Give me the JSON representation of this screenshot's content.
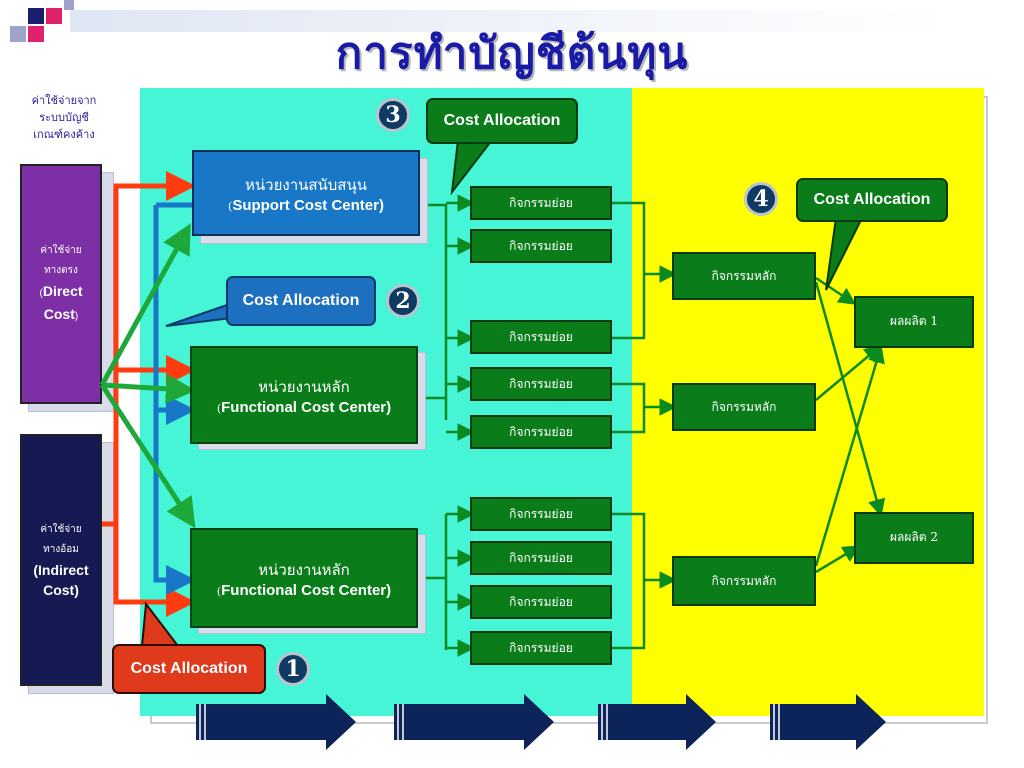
{
  "title": "การทำบัญชีต้นทุน",
  "source_label": [
    "ค่าใช้จ่ายจาก",
    "ระบบบัญชี",
    "เกณฑ์คงค้าง"
  ],
  "direct_cost": {
    "th1": "ค่าใช้จ่าย",
    "th2": "ทางตรง",
    "en1": "Direct",
    "en2": "Cost"
  },
  "indirect_cost": {
    "th1": "ค่าใช้จ่าย",
    "th2": "ทางอ้อม",
    "en1": "(Indirect",
    "en2": "Cost)"
  },
  "support_center": {
    "th": "หน่วยงานสนับสนุน",
    "en": "Support Cost Center)"
  },
  "functional_center_1": {
    "th": "หน่วยงานหลัก",
    "en": "Functional Cost Center)"
  },
  "functional_center_2": {
    "th": "หน่วยงานหลัก",
    "en": "Functional Cost Center)"
  },
  "sub_activity_label": "กิจกรรมย่อย",
  "main_activity_label": "กิจกรรมหลัก",
  "products": [
    "ผลผลิต 1",
    "ผลผลิต 2"
  ],
  "callouts": [
    {
      "number": "1",
      "label": "Cost Allocation"
    },
    {
      "number": "2",
      "label": "Cost Allocation"
    },
    {
      "number": "3",
      "label": "Cost Allocation"
    },
    {
      "number": "4",
      "label": "Cost Allocation"
    }
  ],
  "colors": {
    "cyan_area": "#46f5d6",
    "yellow_area": "#ffff00",
    "green_box": "#0a7d1a",
    "red_arrow": "#ff3b0f",
    "blue_arrow": "#1877c7",
    "green_arrow": "#1fa83a",
    "title": "#1a1aa8"
  }
}
